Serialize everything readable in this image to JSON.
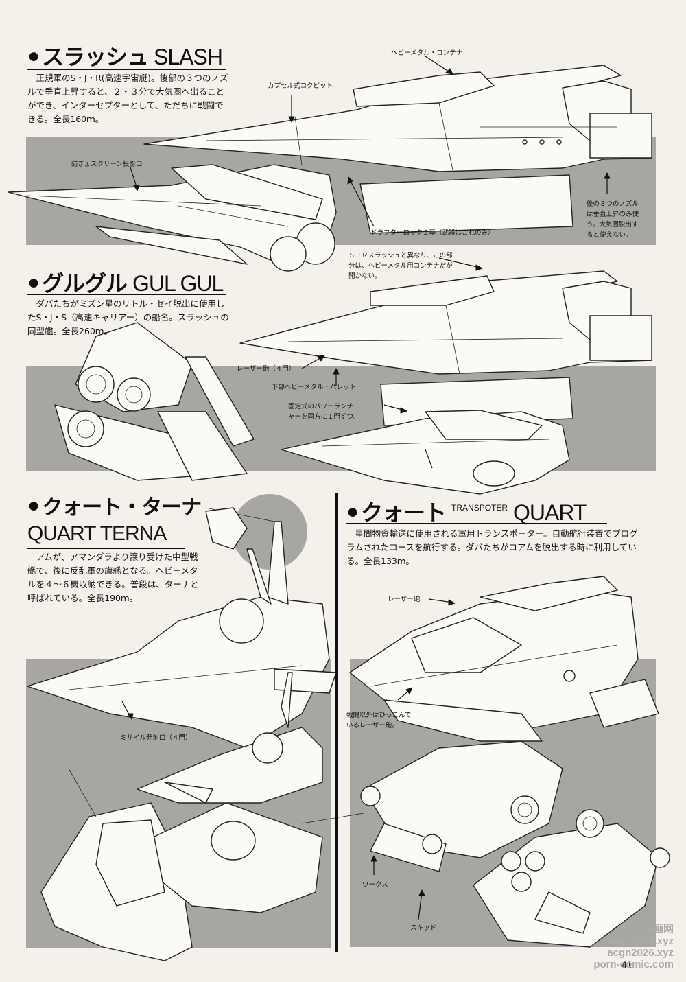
{
  "page_bg": "#f4f1ea",
  "band_gray": "#a8a6a2",
  "slash": {
    "title_jp": "スラッシュ",
    "title_en": "SLASH",
    "description": "正規軍のS・J・R(高速宇宙艇)。後部の３つのノズルで垂直上昇すると、２・３分で大気圏へ出ることができ、インターセプターとして、ただちに戦闘できる。全長160ｍ。",
    "labels": {
      "heavy_metal_container": "ヘビーメタル・コンテナ",
      "capsule_cockpit": "カプセル式コクピット",
      "shield_projector": "防ぎょスクリーン投影口",
      "rear_nozzles": "後の３つのノズル\nは垂直上昇のみ使\nう。大気圏脱出す\nると使えない。",
      "drafter_rock": "ドラフターロック２基（武器はこれのみ）"
    }
  },
  "gulgul": {
    "title_jp": "グルグル",
    "title_en": "GUL GUL",
    "description": "ダバたちがミズン星のリトル・セイ脱出に使用したS・J・S（高速キャリアー）の船名。スラッシュの同型艦。全長260ｍ。",
    "labels": {
      "container_note": "ＳＪＲスラッシュと異なり、この部\n分は、ヘビーメタル用コンテナだが\n開かない。",
      "laser_cannon": "レーザー砲（４門）",
      "lower_pallet": "下部へビーメタル・パレット",
      "power_launcher": "固定式のパワーランチ\nャーを両方に１門ずつ。"
    }
  },
  "quart_terna": {
    "title_jp": "クォート・ターナ",
    "title_en": "QUART TERNA",
    "description": "アムが、アマンダラより譲り受けた中型戦艦で、後に反乱軍の旗艦となる。ヘビーメタルを４～６機収納できる。普段は、ターナと呼ばれている。全長190ｍ。",
    "labels": {
      "missile_port": "ミサイル発射口（４門）"
    }
  },
  "quart": {
    "title_jp": "クォート",
    "title_sub": "TRANSPOTER",
    "title_en": "QUART",
    "description": "星間物資輸送に使用される軍用トランスポーター。自動航行装置でプログラムされたコースを航行する。ダバたちがコアムを脱出する時に利用している。全長133ｍ。",
    "labels": {
      "laser_cannon": "レーザー砲",
      "retract_note": "戦闘以外はひっこんで\nいるレーザー砲。",
      "works": "ワークス",
      "skid": "スキッド"
    }
  },
  "footer": {
    "page_number": "41",
    "watermark_lines": [
      "ACG漫画网",
      "acgn2025.xyz",
      "acgn2026.xyz",
      "porn-comic.com"
    ]
  }
}
